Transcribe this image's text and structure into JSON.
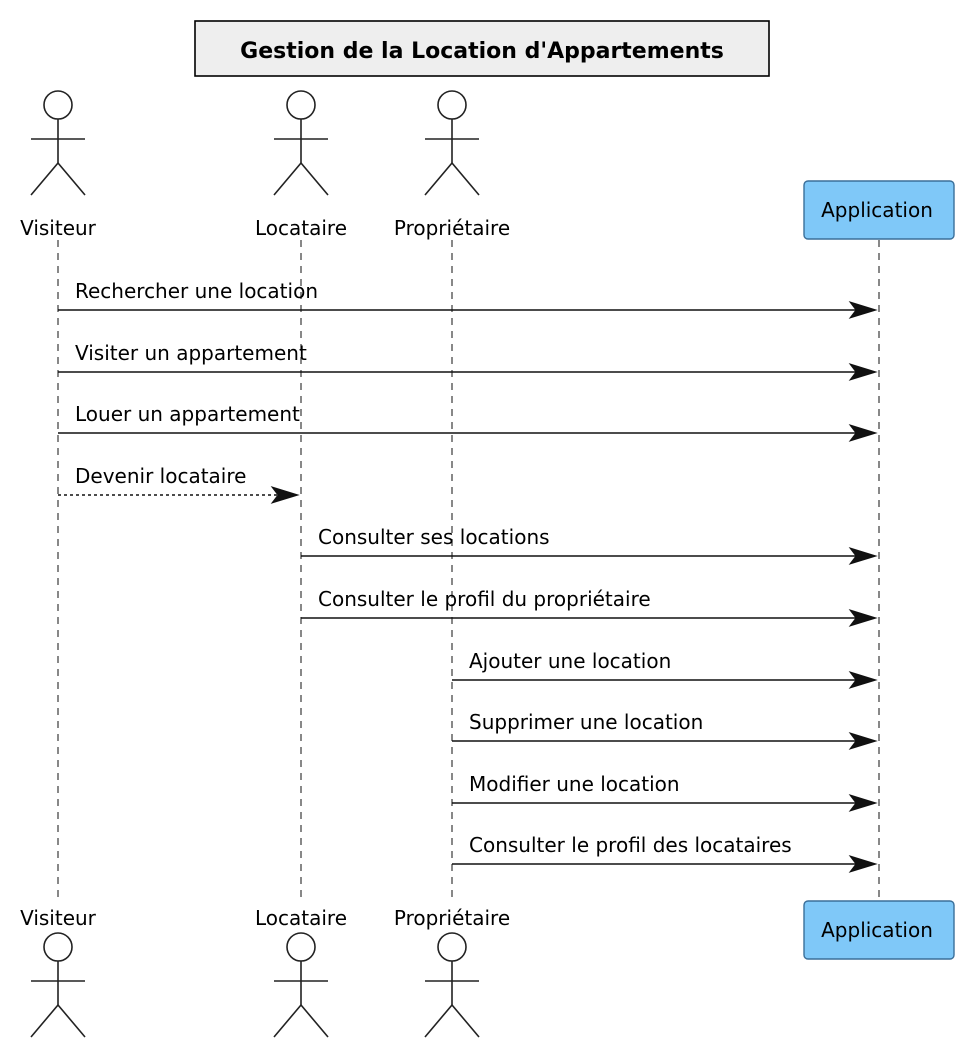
{
  "title": "Gestion de la Location d'Appartements",
  "colors": {
    "participant_fill": "#7fc8f8",
    "participant_stroke": "#3a6f99",
    "title_fill": "#eeeeee"
  },
  "participants": [
    {
      "id": "visiteur",
      "label": "Visiteur",
      "kind": "actor"
    },
    {
      "id": "locataire",
      "label": "Locataire",
      "kind": "actor"
    },
    {
      "id": "proprietaire",
      "label": "Propriétaire",
      "kind": "actor"
    },
    {
      "id": "application",
      "label": "Application",
      "kind": "participant"
    }
  ],
  "messages": [
    {
      "from": "visiteur",
      "to": "application",
      "label": "Rechercher une location",
      "style": "solid"
    },
    {
      "from": "visiteur",
      "to": "application",
      "label": "Visiter un appartement",
      "style": "solid"
    },
    {
      "from": "visiteur",
      "to": "application",
      "label": "Louer un appartement",
      "style": "solid"
    },
    {
      "from": "visiteur",
      "to": "locataire",
      "label": "Devenir locataire",
      "style": "dashed"
    },
    {
      "from": "locataire",
      "to": "application",
      "label": "Consulter ses locations",
      "style": "solid"
    },
    {
      "from": "locataire",
      "to": "application",
      "label": "Consulter le profil du propriétaire",
      "style": "solid"
    },
    {
      "from": "proprietaire",
      "to": "application",
      "label": "Ajouter une location",
      "style": "solid"
    },
    {
      "from": "proprietaire",
      "to": "application",
      "label": "Supprimer une location",
      "style": "solid"
    },
    {
      "from": "proprietaire",
      "to": "application",
      "label": "Modifier une location",
      "style": "solid"
    },
    {
      "from": "proprietaire",
      "to": "application",
      "label": "Consulter le profil des locataires",
      "style": "solid"
    }
  ]
}
